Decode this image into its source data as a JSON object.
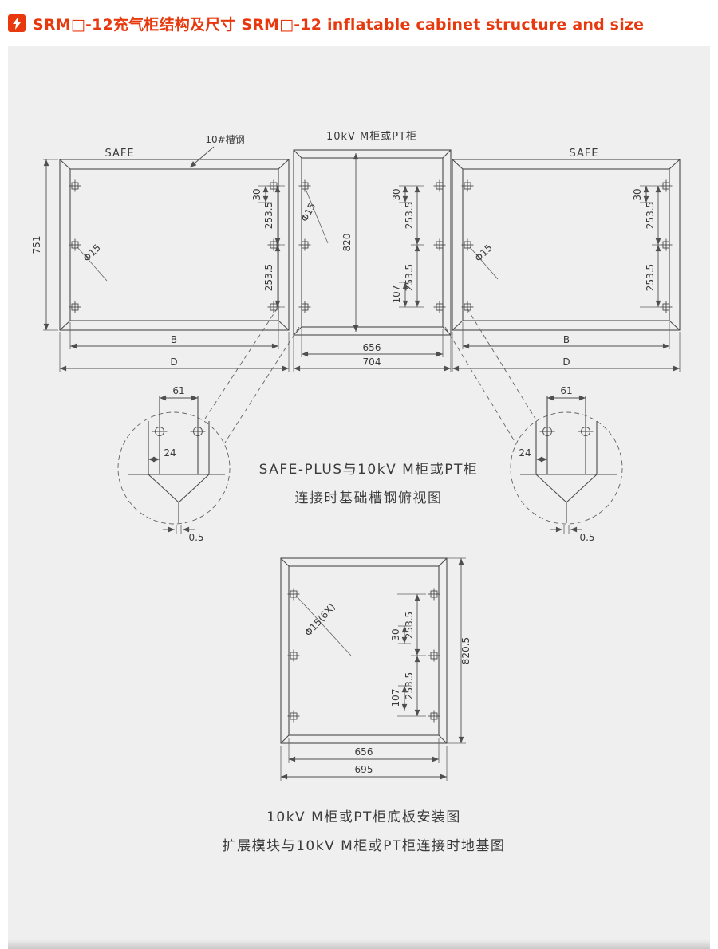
{
  "header": {
    "title": "SRM□-12充气柜结构及尺寸 SRM□-12 inflatable cabinet structure and size"
  },
  "colors": {
    "accent": "#e8380d",
    "panel_bg": "#efefef",
    "line": "#4a4a4a"
  },
  "top_view": {
    "left_frame_label": "SAFE",
    "right_frame_label": "SAFE",
    "middle_label": "10kV M柜或PT柜",
    "channel_note": "10#槽钢",
    "hole_label": "Φ15",
    "dims": {
      "left_height": "751",
      "middle_height": "820",
      "gap_small": "30",
      "pitch": "253.5",
      "bottom_offset": "107",
      "inner_width_label": "B",
      "outer_width_label": "D",
      "middle_inner_width": "656",
      "middle_outer_width": "704"
    }
  },
  "detail_view": {
    "caption_line1": "SAFE-PLUS与10kV  M柜或PT柜",
    "caption_line2": "连接时基础槽钢俯视图",
    "dims": {
      "hole_pitch": "61",
      "edge_offset": "24",
      "gap": "0.5"
    }
  },
  "bottom_view": {
    "hole_note": "Φ15(6X)",
    "dims": {
      "pitch": "253.5",
      "gap_small": "30",
      "bottom_offset": "107",
      "height": "820.5",
      "inner_width": "656",
      "outer_width": "695"
    },
    "caption_line1": "10kV  M柜或PT柜底板安装图",
    "caption_line2": "扩展模块与10kV M柜或PT柜连接时地基图"
  }
}
